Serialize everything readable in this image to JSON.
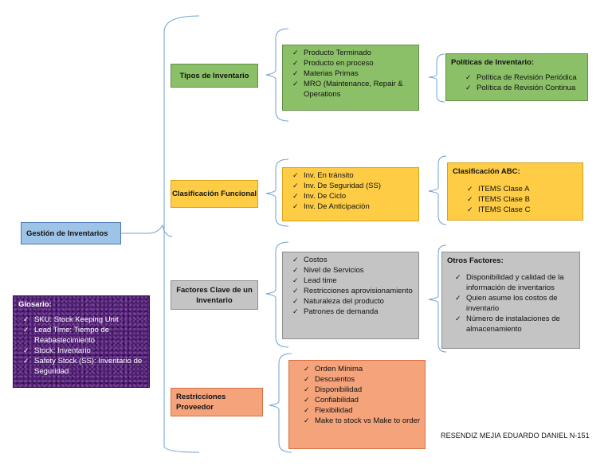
{
  "root": {
    "label": "Gestión de Inventarios"
  },
  "glossary": {
    "title": "Glosario:",
    "items": [
      "SKU: Stock Keeping Unit",
      "Lead Time: Tiempo de Reabastecimiento",
      "Stock: Inventario",
      "Safety Stock (SS): Inventario de Seguridad"
    ]
  },
  "branches": [
    {
      "label": "Tipos de Inventario",
      "items": [
        "Producto Terminado",
        "Producto en proceso",
        "Materias Primas",
        "MRO (Maintenance, Repair & Operations"
      ],
      "side": {
        "title": "Políticas de Inventario:",
        "items": [
          "Política de Revisión Periódica",
          "Política de Revisión Continua"
        ]
      }
    },
    {
      "label": "Clasificación Funcional",
      "items": [
        "Inv. En tránsito",
        "Inv. De Seguridad (SS)",
        "Inv. De Ciclo",
        "Inv. De Anticipación"
      ],
      "side": {
        "title": "Clasificación ABC:",
        "items": [
          "ITEMS Clase A",
          "ITEMS Clase B",
          "ITEMS Clase C"
        ]
      }
    },
    {
      "label": "Factores Clave de un Inventario",
      "items": [
        "Costos",
        "Nivel de Servicios",
        "Lead time",
        "Restricciones aprovisionamiento",
        "Naturaleza del producto",
        "Patrones de demanda"
      ],
      "side": {
        "title": "Otros Factores:",
        "items": [
          "Disponibilidad y calidad de la información de inventarios",
          "Quien asume los costos de inventario",
          "Número de instalaciones de almacenamiento"
        ]
      }
    },
    {
      "label": "Restricciones Proveedor",
      "items": [
        "Orden Mínima",
        "Descuentos",
        "Disponibilidad",
        "Confiabilidad",
        "Flexibilidad",
        "Make to stock vs Make to order"
      ]
    }
  ],
  "author": "RESENDIZ MEJIA EDUARDO DANIEL N-151",
  "colors": {
    "root": "#9dc3e6",
    "green": "#8cc068",
    "yellow": "#ffcd45",
    "gray": "#c4c4c4",
    "orange": "#f4a37b",
    "glossary": "#4b1f6b",
    "connector": "#6fa0d4"
  }
}
